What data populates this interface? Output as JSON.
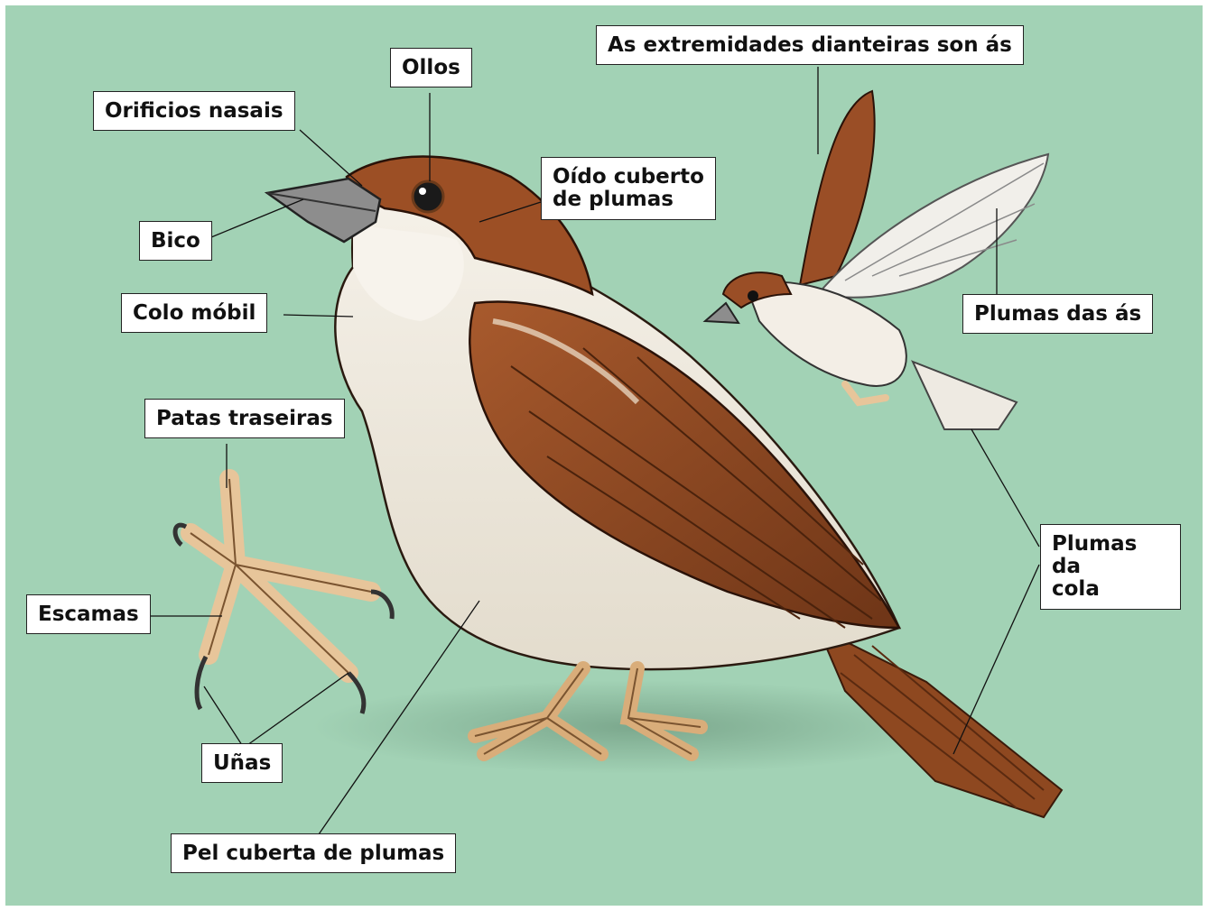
{
  "labels": {
    "ollos": "Ollos",
    "orificios": "Orificios nasais",
    "bico": "Bico",
    "oido": "Oído cuberto\nde plumas",
    "colo": "Colo móbil",
    "patas": "Patas traseiras",
    "escamas": "Escamas",
    "unas": "Uñas",
    "pel": "Pel cuberta de plumas",
    "extremidades": "As extremidades dianteiras son ás",
    "plumas_as": "Plumas das ás",
    "plumas_cola": "Plumas da\ncola"
  },
  "colors": {
    "background": "#a2d2b5",
    "feather_brown": "#9a4e26",
    "chest_white": "#f3ede2",
    "beak_grey": "#8a8a8a",
    "foot_tan": "#e7c59a"
  }
}
